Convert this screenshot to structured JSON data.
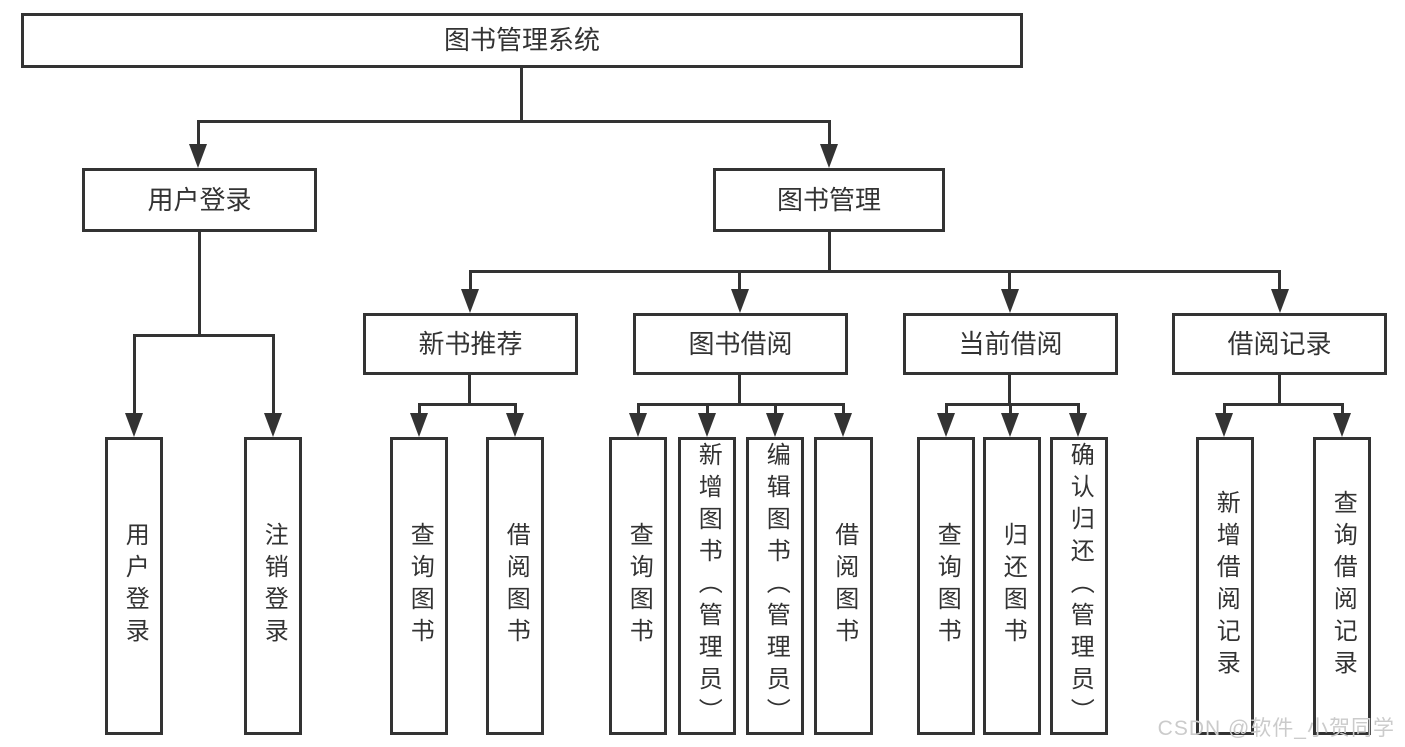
{
  "root": {
    "label": "图书管理系统"
  },
  "login": {
    "label": "用户登录",
    "children": [
      "用户登录",
      "注销登录"
    ]
  },
  "management": {
    "label": "图书管理",
    "branches": [
      {
        "label": "新书推荐",
        "children": [
          "查询图书",
          "借阅图书"
        ]
      },
      {
        "label": "图书借阅",
        "children": [
          "查询图书",
          "新增图书（管理员）",
          "编辑图书（管理员）",
          "借阅图书"
        ]
      },
      {
        "label": "当前借阅",
        "children": [
          "查询图书",
          "归还图书",
          "确认归还（管理员）"
        ]
      },
      {
        "label": "借阅记录",
        "children": [
          "新增借阅记录",
          "查询借阅记录"
        ]
      }
    ]
  },
  "watermark": {
    "text": "CSDN @软件_小贺同学"
  },
  "colors": {
    "line": "#333333",
    "text": "#333333",
    "watermark": "#cbcbcb",
    "background": "#ffffff"
  }
}
